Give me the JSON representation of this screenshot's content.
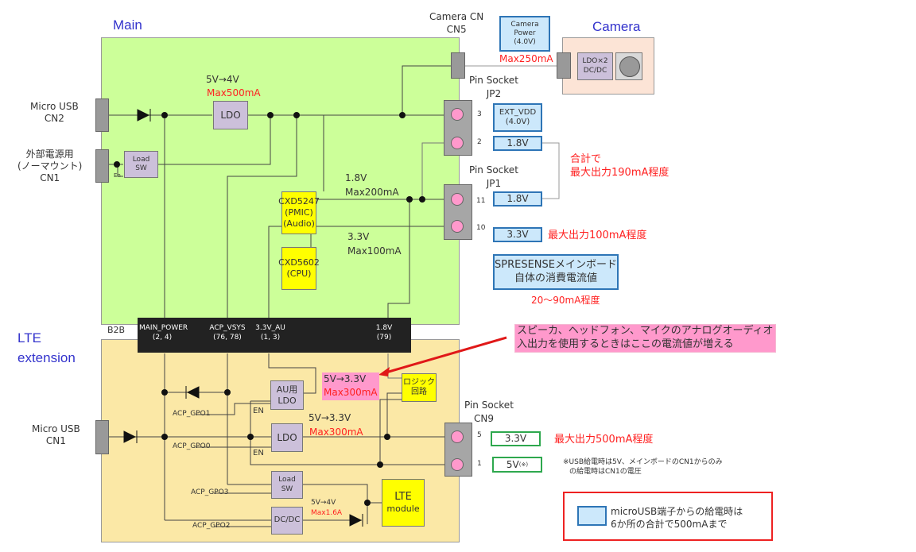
{
  "titles": {
    "main": "Main",
    "camera": "Camera",
    "lte": "LTE\nextension",
    "b2b": "B2B"
  },
  "main": {
    "micro_usb_cn2": [
      "Micro USB",
      "CN2"
    ],
    "ext_power_cn1": [
      "外部電源用",
      "(ノーマウント)",
      "CN1"
    ],
    "load_sw": [
      "Load",
      "SW"
    ],
    "en_label": "En",
    "ldo_label": "LDO",
    "ldo_conv": "5V→4V",
    "ldo_max": "Max500mA",
    "pmic": [
      "CXD5247",
      "(PMIC)",
      "(Audio)"
    ],
    "cpu": [
      "CXD5602",
      "(CPU)"
    ],
    "rail_18": [
      "1.8V",
      "Max200mA"
    ],
    "rail_33": [
      "3.3V",
      "Max100mA"
    ]
  },
  "camera": {
    "cn_label": [
      "Camera CN",
      "CN5"
    ],
    "power_box": [
      "Camera",
      "Power",
      "(4.0V)"
    ],
    "max": "Max250mA",
    "ldo_box": [
      "LDO×2",
      "DC/DC"
    ]
  },
  "jp2": {
    "label": [
      "Pin Socket",
      "JP2"
    ],
    "pins": [
      "3",
      "2"
    ],
    "ext_vdd": [
      "EXT_VDD",
      "(4.0V)"
    ],
    "v18": "1.8V"
  },
  "jp1": {
    "label": [
      "Pin Socket",
      "JP1"
    ],
    "pins": [
      "11",
      "10"
    ],
    "v18": "1.8V",
    "v33": "3.3V"
  },
  "notes": {
    "total_190": [
      "合計で",
      "最大出力190mA程度"
    ],
    "max_100": "最大出力100mA程度",
    "spresense_box": [
      "SPRESENSEメインボード",
      "自体の消費電流値"
    ],
    "spresense_current": "20〜90mA程度",
    "audio_callout": [
      "スピーカ、ヘッドフォン、マイクのアナログオーディオ",
      "入出力を使用するときはここの電流値が増える"
    ],
    "max_500": "最大出力500mA程度",
    "usb_note": [
      "※USB給電時は5V、メインボードのCN1からのみ",
      "の給電時はCN1の電圧"
    ],
    "legend": [
      "microUSB端子からの給電時は",
      "6か所の合計で500mAまで"
    ]
  },
  "b2b_pins": [
    {
      "name": "MAIN_POWER",
      "pins": "(2, 4)"
    },
    {
      "name": "ACP_VSYS",
      "pins": "(76, 78)"
    },
    {
      "name": "3.3V_AU",
      "pins": "(1, 3)"
    },
    {
      "name": "1.8V",
      "pins": "(79)"
    }
  ],
  "lte": {
    "micro_usb_cn1": [
      "Micro USB",
      "CN1"
    ],
    "au_ldo": [
      "AU用",
      "LDO"
    ],
    "au_ldo_conv": "5V→3.3V",
    "au_ldo_max": "Max300mA",
    "logic": [
      "ロジック",
      "回路"
    ],
    "ldo": "LDO",
    "ldo_conv": "5V→3.3V",
    "ldo_max": "Max300mA",
    "load_sw": [
      "Load",
      "SW"
    ],
    "dcdc": "DC/DC",
    "dcdc_conv": "5V→4V",
    "dcdc_max": "Max1.6A",
    "lte_module": [
      "LTE",
      "module"
    ],
    "en": "EN",
    "gpio": [
      "ACP_GPO1",
      "ACP_GPO0",
      "ACP_GPO3",
      "ACP_GPO2"
    ],
    "cn9_label": [
      "Pin Socket",
      "CN9"
    ],
    "cn9_pins": [
      "5",
      "1"
    ],
    "v33": "3.3V",
    "v5": "5V",
    "v5_mark": "(※)"
  },
  "colors": {
    "main_board": "#ccff99",
    "lte_board": "#fbe8a6",
    "camera_board": "#fce4d6",
    "accent_red": "#ff2020",
    "title_blue": "#3333cc"
  }
}
